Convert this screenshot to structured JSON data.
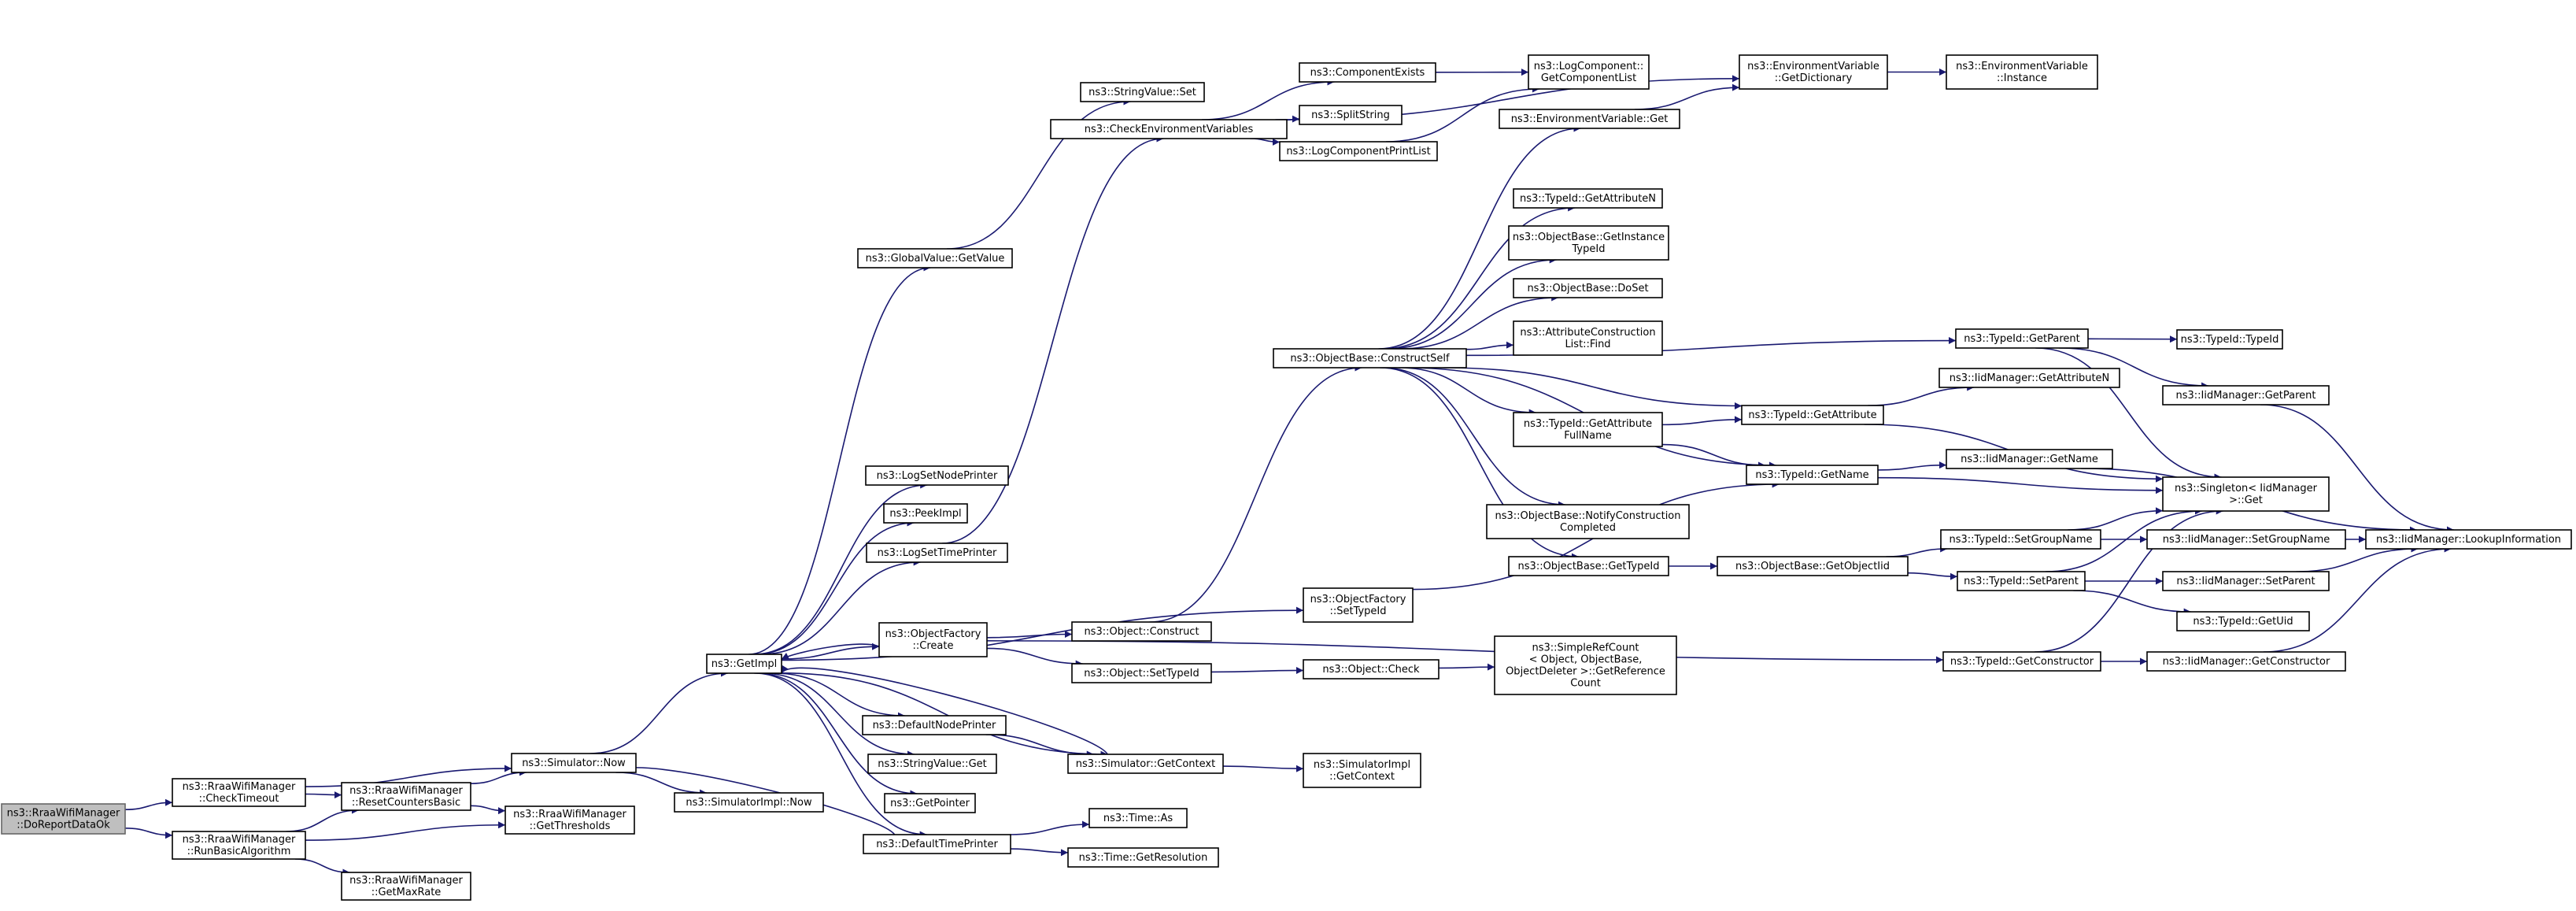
{
  "colors": {
    "edge": "#191970",
    "node_border": "#000000",
    "node_fill": "#ffffff",
    "root_fill": "#bfbfbf",
    "root_border": "#666666",
    "text": "#000000"
  },
  "graph": {
    "root": "doreportdataok",
    "nodes": [
      {
        "id": "doreportdataok",
        "lines": [
          "ns3::RraaWifiManager",
          "::DoReportDataOk"
        ]
      },
      {
        "id": "checktimeout",
        "lines": [
          "ns3::RraaWifiManager",
          "::CheckTimeout"
        ]
      },
      {
        "id": "runbasic",
        "lines": [
          "ns3::RraaWifiManager",
          "::RunBasicAlgorithm"
        ]
      },
      {
        "id": "resetcounters",
        "lines": [
          "ns3::RraaWifiManager",
          "::ResetCountersBasic"
        ]
      },
      {
        "id": "getthresholds",
        "lines": [
          "ns3::RraaWifiManager",
          "::GetThresholds"
        ]
      },
      {
        "id": "getmaxrate",
        "lines": [
          "ns3::RraaWifiManager",
          "::GetMaxRate"
        ]
      },
      {
        "id": "simnow",
        "lines": [
          "ns3::Simulator::Now"
        ]
      },
      {
        "id": "simimplnow",
        "lines": [
          "ns3::SimulatorImpl::Now"
        ]
      },
      {
        "id": "getimpl",
        "lines": [
          "ns3::GetImpl"
        ]
      },
      {
        "id": "globalgetvalue",
        "lines": [
          "ns3::GlobalValue::GetValue"
        ]
      },
      {
        "id": "stringvalueset",
        "lines": [
          "ns3::StringValue::Set"
        ]
      },
      {
        "id": "checkenv",
        "lines": [
          "ns3::CheckEnvironmentVariables"
        ]
      },
      {
        "id": "compexists",
        "lines": [
          "ns3::ComponentExists"
        ]
      },
      {
        "id": "splitstring",
        "lines": [
          "ns3::SplitString"
        ]
      },
      {
        "id": "logcompprintlist",
        "lines": [
          "ns3::LogComponentPrintList"
        ]
      },
      {
        "id": "getcomplist",
        "lines": [
          "ns3::LogComponent::",
          "GetComponentList"
        ]
      },
      {
        "id": "envgetdict",
        "lines": [
          "ns3::EnvironmentVariable",
          "::GetDictionary"
        ]
      },
      {
        "id": "envinstance",
        "lines": [
          "ns3::EnvironmentVariable",
          "::Instance"
        ]
      },
      {
        "id": "envget",
        "lines": [
          "ns3::EnvironmentVariable::Get"
        ]
      },
      {
        "id": "logsetnodeprinter",
        "lines": [
          "ns3::LogSetNodePrinter"
        ]
      },
      {
        "id": "peekimpl",
        "lines": [
          "ns3::PeekImpl"
        ]
      },
      {
        "id": "logsettimeprinter",
        "lines": [
          "ns3::LogSetTimePrinter"
        ]
      },
      {
        "id": "objfactcreate",
        "lines": [
          "ns3::ObjectFactory",
          "::Create"
        ]
      },
      {
        "id": "defnodeprinter",
        "lines": [
          "ns3::DefaultNodePrinter"
        ]
      },
      {
        "id": "stringvalueget",
        "lines": [
          "ns3::StringValue::Get"
        ]
      },
      {
        "id": "getpointer",
        "lines": [
          "ns3::GetPointer"
        ]
      },
      {
        "id": "deftimeprinter",
        "lines": [
          "ns3::DefaultTimePrinter"
        ]
      },
      {
        "id": "objconstruct",
        "lines": [
          "ns3::Object::Construct"
        ]
      },
      {
        "id": "objsettypeid",
        "lines": [
          "ns3::Object::SetTypeId"
        ]
      },
      {
        "id": "simgetcontext",
        "lines": [
          "ns3::Simulator::GetContext"
        ]
      },
      {
        "id": "timeas",
        "lines": [
          "ns3::Time::As"
        ]
      },
      {
        "id": "timegetres",
        "lines": [
          "ns3::Time::GetResolution"
        ]
      },
      {
        "id": "constructself",
        "lines": [
          "ns3::ObjectBase::ConstructSelf"
        ]
      },
      {
        "id": "objfactsettypeid",
        "lines": [
          "ns3::ObjectFactory",
          "::SetTypeId"
        ]
      },
      {
        "id": "objcheck",
        "lines": [
          "ns3::Object::Check"
        ]
      },
      {
        "id": "simimplgetcontext",
        "lines": [
          "ns3::SimulatorImpl",
          "::GetContext"
        ]
      },
      {
        "id": "tidgetattrn",
        "lines": [
          "ns3::TypeId::GetAttributeN"
        ]
      },
      {
        "id": "obgetinstancetid",
        "lines": [
          "ns3::ObjectBase::GetInstance",
          "TypeId"
        ]
      },
      {
        "id": "obdoset",
        "lines": [
          "ns3::ObjectBase::DoSet"
        ]
      },
      {
        "id": "attrconstlistfind",
        "lines": [
          "ns3::AttributeConstruction",
          "List::Find"
        ]
      },
      {
        "id": "tidgetattrfullname",
        "lines": [
          "ns3::TypeId::GetAttribute",
          "FullName"
        ]
      },
      {
        "id": "obnotifyconst",
        "lines": [
          "ns3::ObjectBase::NotifyConstruction",
          "Completed"
        ]
      },
      {
        "id": "obgettypeid",
        "lines": [
          "ns3::ObjectBase::GetTypeId"
        ]
      },
      {
        "id": "simplerefcount",
        "lines": [
          "ns3::SimpleRefCount",
          "< Object, ObjectBase,",
          "ObjectDeleter >::GetReference",
          "Count"
        ]
      },
      {
        "id": "tidgetattr",
        "lines": [
          "ns3::TypeId::GetAttribute"
        ]
      },
      {
        "id": "tidgetname",
        "lines": [
          "ns3::TypeId::GetName"
        ]
      },
      {
        "id": "obgetobjecttid",
        "lines": [
          "ns3::ObjectBase::GetObjectIid"
        ]
      },
      {
        "id": "tidgetparent",
        "lines": [
          "ns3::TypeId::GetParent"
        ]
      },
      {
        "id": "tidtypeid",
        "lines": [
          "ns3::TypeId::TypeId"
        ]
      },
      {
        "id": "iidgetparent",
        "lines": [
          "ns3::IidManager::GetParent"
        ]
      },
      {
        "id": "iidgetattrn",
        "lines": [
          "ns3::IidManager::GetAttributeN"
        ]
      },
      {
        "id": "iidgetname",
        "lines": [
          "ns3::IidManager::GetName"
        ]
      },
      {
        "id": "singletonget",
        "lines": [
          "ns3::Singleton< IidManager",
          ">::Get"
        ]
      },
      {
        "id": "tidsetgroupname",
        "lines": [
          "ns3::TypeId::SetGroupName"
        ]
      },
      {
        "id": "tidsetparent",
        "lines": [
          "ns3::TypeId::SetParent"
        ]
      },
      {
        "id": "iidsetgroupname",
        "lines": [
          "ns3::IidManager::SetGroupName"
        ]
      },
      {
        "id": "iidsetparent",
        "lines": [
          "ns3::IidManager::SetParent"
        ]
      },
      {
        "id": "tidgetuid",
        "lines": [
          "ns3::TypeId::GetUid"
        ]
      },
      {
        "id": "iidlookup",
        "lines": [
          "ns3::IidManager::LookupInformation"
        ]
      },
      {
        "id": "tidgetconstructor",
        "lines": [
          "ns3::TypeId::GetConstructor"
        ]
      },
      {
        "id": "iidgetconstructor",
        "lines": [
          "ns3::IidManager::GetConstructor"
        ]
      }
    ],
    "edges": [
      [
        "doreportdataok",
        "checktimeout"
      ],
      [
        "doreportdataok",
        "runbasic"
      ],
      [
        "checktimeout",
        "simnow"
      ],
      [
        "checktimeout",
        "resetcounters"
      ],
      [
        "runbasic",
        "resetcounters"
      ],
      [
        "runbasic",
        "getthresholds"
      ],
      [
        "runbasic",
        "getmaxrate"
      ],
      [
        "resetcounters",
        "simnow"
      ],
      [
        "resetcounters",
        "getthresholds"
      ],
      [
        "simnow",
        "getimpl"
      ],
      [
        "simnow",
        "simimplnow"
      ],
      [
        "getimpl",
        "globalgetvalue"
      ],
      [
        "getimpl",
        "logsetnodeprinter"
      ],
      [
        "getimpl",
        "peekimpl"
      ],
      [
        "getimpl",
        "logsettimeprinter"
      ],
      [
        "getimpl",
        "objfactsettypeid"
      ],
      [
        "getimpl",
        "objfactcreate"
      ],
      [
        "getimpl",
        "defnodeprinter"
      ],
      [
        "getimpl",
        "stringvalueget"
      ],
      [
        "getimpl",
        "getpointer"
      ],
      [
        "getimpl",
        "deftimeprinter"
      ],
      [
        "getimpl",
        "simgetcontext"
      ],
      [
        "globalgetvalue",
        "stringvalueset"
      ],
      [
        "logsettimeprinter",
        "checkenv"
      ],
      [
        "checkenv",
        "compexists"
      ],
      [
        "checkenv",
        "splitstring"
      ],
      [
        "checkenv",
        "logcompprintlist"
      ],
      [
        "checkenv",
        "envgetdict"
      ],
      [
        "compexists",
        "getcomplist"
      ],
      [
        "logcompprintlist",
        "getcomplist"
      ],
      [
        "envgetdict",
        "envinstance"
      ],
      [
        "envget",
        "envgetdict"
      ],
      [
        "objfactcreate",
        "objconstruct"
      ],
      [
        "objfactcreate",
        "objsettypeid"
      ],
      [
        "objfactcreate",
        "getimpl"
      ],
      [
        "objfactcreate",
        "tidgetconstructor"
      ],
      [
        "objconstruct",
        "constructself"
      ],
      [
        "objsettypeid",
        "objcheck"
      ],
      [
        "objcheck",
        "simplerefcount"
      ],
      [
        "simgetcontext",
        "getimpl"
      ],
      [
        "simgetcontext",
        "simimplgetcontext"
      ],
      [
        "defnodeprinter",
        "simgetcontext"
      ],
      [
        "deftimeprinter",
        "simnow"
      ],
      [
        "deftimeprinter",
        "timeas"
      ],
      [
        "deftimeprinter",
        "timegetres"
      ],
      [
        "objfactsettypeid",
        "tidgetname"
      ],
      [
        "constructself",
        "envget"
      ],
      [
        "constructself",
        "tidgetparent"
      ],
      [
        "constructself",
        "tidgetattrn"
      ],
      [
        "constructself",
        "obgetinstancetid"
      ],
      [
        "constructself",
        "obdoset"
      ],
      [
        "constructself",
        "attrconstlistfind"
      ],
      [
        "constructself",
        "tidgetattr"
      ],
      [
        "constructself",
        "tidgetattrfullname"
      ],
      [
        "constructself",
        "tidgetname"
      ],
      [
        "constructself",
        "obnotifyconst"
      ],
      [
        "constructself",
        "obgettypeid"
      ],
      [
        "tidgetattrfullname",
        "tidgetattr"
      ],
      [
        "tidgetattrfullname",
        "tidgetname"
      ],
      [
        "obgettypeid",
        "obgetobjecttid"
      ],
      [
        "obgetobjecttid",
        "tidsetgroupname"
      ],
      [
        "obgetobjecttid",
        "tidsetparent"
      ],
      [
        "tidgetattr",
        "iidgetattrn"
      ],
      [
        "tidgetattr",
        "singletonget"
      ],
      [
        "tidgetname",
        "iidgetname"
      ],
      [
        "tidgetname",
        "singletonget"
      ],
      [
        "tidgetparent",
        "tidtypeid"
      ],
      [
        "tidgetparent",
        "iidgetparent"
      ],
      [
        "tidgetparent",
        "singletonget"
      ],
      [
        "iidgetparent",
        "iidlookup"
      ],
      [
        "iidgetname",
        "iidlookup"
      ],
      [
        "tidsetgroupname",
        "iidsetgroupname"
      ],
      [
        "tidsetgroupname",
        "singletonget"
      ],
      [
        "tidsetparent",
        "iidsetparent"
      ],
      [
        "tidsetparent",
        "tidgetuid"
      ],
      [
        "tidsetparent",
        "singletonget"
      ],
      [
        "iidsetgroupname",
        "iidlookup"
      ],
      [
        "iidsetparent",
        "iidlookup"
      ],
      [
        "tidgetconstructor",
        "iidgetconstructor"
      ],
      [
        "tidgetconstructor",
        "singletonget"
      ],
      [
        "iidgetconstructor",
        "iidlookup"
      ]
    ]
  }
}
